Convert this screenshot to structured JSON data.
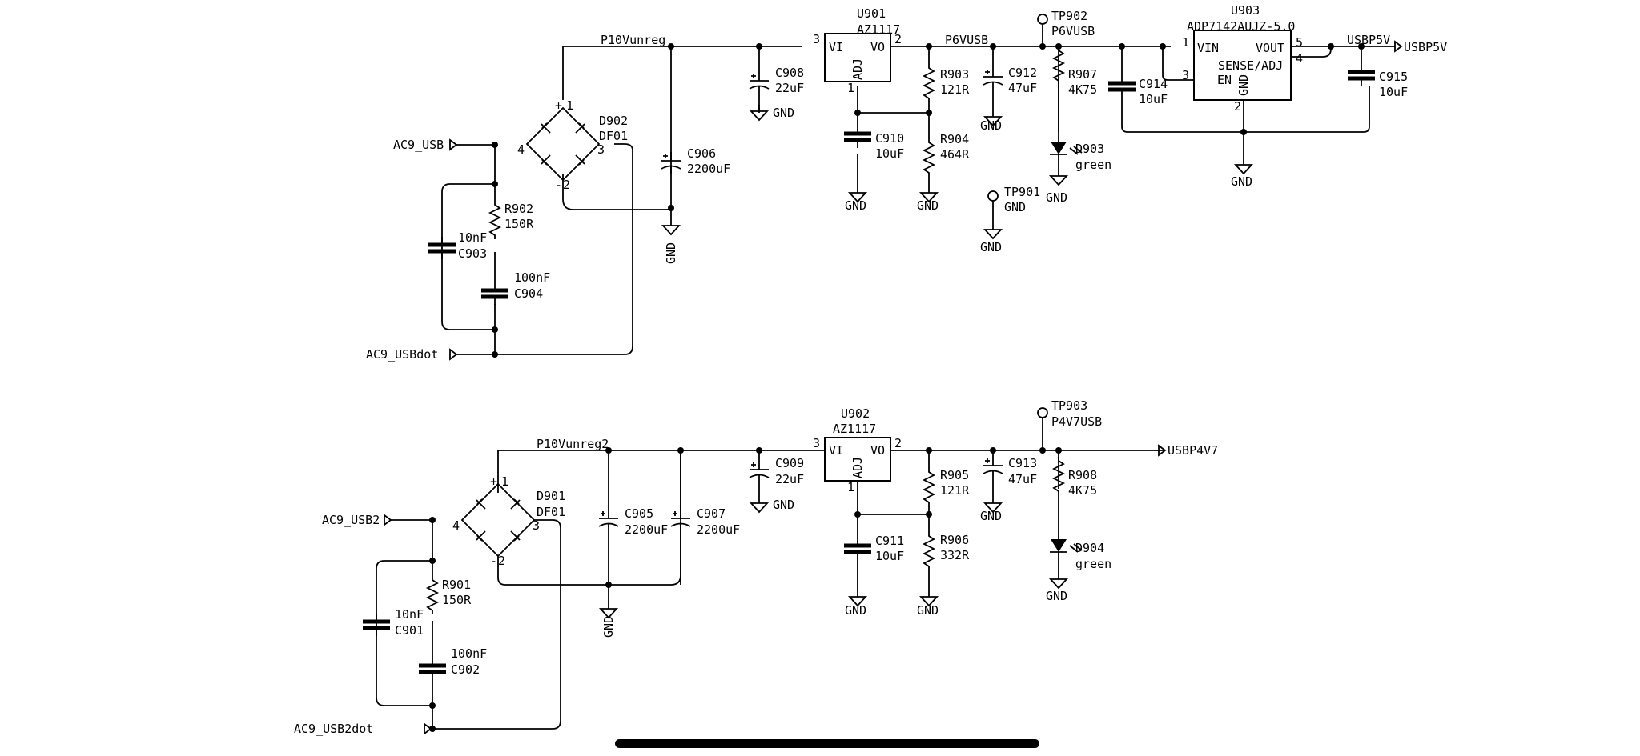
{
  "schematic": {
    "nets": {
      "p10vunreg": "P10Vunreg",
      "p6vusb": "P6VUSB",
      "usbp5v_label": "USBP5V",
      "usbp5v_port": "USBP5V",
      "ac9_usb": "AC9_USB",
      "ac9_usbdot": "AC9_USBdot",
      "p10vunreg2": "P10Vunreg2",
      "usbp4v7": "USBP4V7",
      "ac9_usb2": "AC9_USB2",
      "ac9_usb2dot": "AC9_USB2dot",
      "gnd": "GND"
    },
    "u901": {
      "ref": "U901",
      "value": "AZ1117",
      "vi": "VI",
      "vo": "VO",
      "adj": "ADJ",
      "pin_in": "3",
      "pin_out": "2",
      "pin_adj": "1"
    },
    "u902": {
      "ref": "U902",
      "value": "AZ1117",
      "vi": "VI",
      "vo": "VO",
      "adj": "ADJ",
      "pin_in": "3",
      "pin_out": "2",
      "pin_adj": "1"
    },
    "u903": {
      "ref": "U903",
      "value": "ADP7142AUJZ-5.0",
      "vin": "VIN",
      "vout": "VOUT",
      "en": "EN",
      "sense": "SENSE/ADJ",
      "gnd": "GND",
      "p1": "1",
      "p2": "2",
      "p3": "3",
      "p4": "4",
      "p5": "5"
    },
    "d902": {
      "ref": "D902",
      "value": "DF01",
      "p_plus": "+",
      "p_minus": "-",
      "p1": "1",
      "p2": "2",
      "p3": "3",
      "p4": "4"
    },
    "d901": {
      "ref": "D901",
      "value": "DF01",
      "p_plus": "+",
      "p_minus": "-",
      "p1": "1",
      "p2": "2",
      "p3": "3",
      "p4": "4"
    },
    "d903": {
      "ref": "D903",
      "value": "green"
    },
    "d904": {
      "ref": "D904",
      "value": "green"
    },
    "tp902": {
      "ref": "TP902",
      "value": "P6VUSB"
    },
    "tp901": {
      "ref": "TP901",
      "value": "GND"
    },
    "tp903": {
      "ref": "TP903",
      "value": "P4V7USB"
    },
    "caps": {
      "c908": {
        "ref": "C908",
        "value": "22uF"
      },
      "c906": {
        "ref": "C906",
        "value": "2200uF"
      },
      "c910": {
        "ref": "C910",
        "value": "10uF"
      },
      "c912": {
        "ref": "C912",
        "value": "47uF"
      },
      "c914": {
        "ref": "C914",
        "value": "10uF"
      },
      "c915": {
        "ref": "C915",
        "value": "10uF"
      },
      "c903": {
        "ref": "C903",
        "value": "10nF"
      },
      "c904": {
        "ref": "C904",
        "value": "100nF"
      },
      "c909": {
        "ref": "C909",
        "value": "22uF"
      },
      "c905": {
        "ref": "C905",
        "value": "2200uF"
      },
      "c907": {
        "ref": "C907",
        "value": "2200uF"
      },
      "c911": {
        "ref": "C911",
        "value": "10uF"
      },
      "c913": {
        "ref": "C913",
        "value": "47uF"
      },
      "c901": {
        "ref": "C901",
        "value": "10nF"
      },
      "c902": {
        "ref": "C902",
        "value": "100nF"
      }
    },
    "resistors": {
      "r903": {
        "ref": "R903",
        "value": "121R"
      },
      "r904": {
        "ref": "R904",
        "value": "464R"
      },
      "r907": {
        "ref": "R907",
        "value": "4K75"
      },
      "r902": {
        "ref": "R902",
        "value": "150R"
      },
      "r905": {
        "ref": "R905",
        "value": "121R"
      },
      "r906": {
        "ref": "R906",
        "value": "332R"
      },
      "r908": {
        "ref": "R908",
        "value": "4K75"
      },
      "r901": {
        "ref": "R901",
        "value": "150R"
      }
    }
  }
}
